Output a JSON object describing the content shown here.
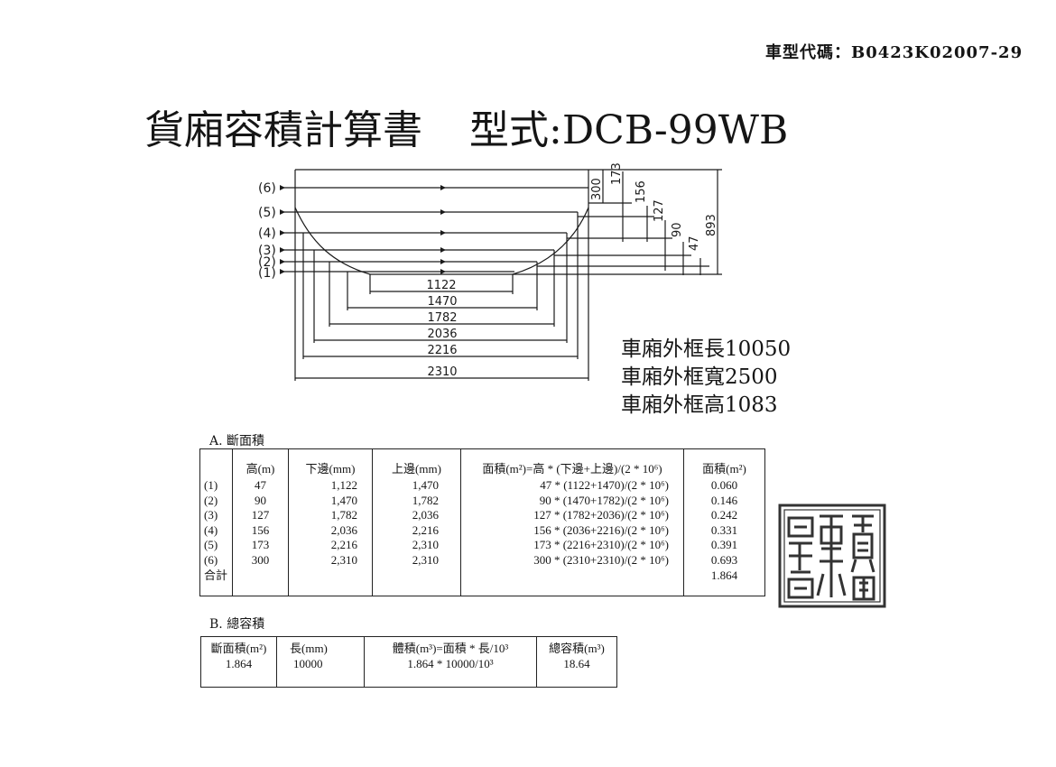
{
  "vehicle_code": "車型代碼：B0423K02007-29",
  "title": {
    "main": "貨廂容積計算書",
    "model": "型式:DCB-99WB"
  },
  "diagram": {
    "level_labels": [
      "(6)",
      "(5)",
      "(4)",
      "(3)",
      "(2)",
      "(1)"
    ],
    "width_labels": [
      "1122",
      "1470",
      "1782",
      "2036",
      "2216",
      "2310"
    ],
    "height_labels": [
      "300",
      "173",
      "156",
      "127",
      "90",
      "47",
      "893"
    ]
  },
  "frame_dims": {
    "length": "車廂外框長10050",
    "width": "車廂外框寬2500",
    "height": "車廂外框高1083"
  },
  "section_a": {
    "label": "A. 斷面積",
    "headers": {
      "height": "高(m)",
      "bottom": "下邊(mm)",
      "top": "上邊(mm)",
      "formula": "面積(m²)=高 * (下邊+上邊)/(2 * 10⁶)",
      "area": "面積(m²)"
    },
    "rows": [
      {
        "idx": "(1)",
        "height": "47",
        "bottom": "1,122",
        "top": "1,470",
        "formula": "47 * (1122+1470)/(2 * 10⁶)",
        "area": "0.060"
      },
      {
        "idx": "(2)",
        "height": "90",
        "bottom": "1,470",
        "top": "1,782",
        "formula": "90 * (1470+1782)/(2 * 10⁶)",
        "area": "0.146"
      },
      {
        "idx": "(3)",
        "height": "127",
        "bottom": "1,782",
        "top": "2,036",
        "formula": "127 * (1782+2036)/(2 * 10⁶)",
        "area": "0.242"
      },
      {
        "idx": "(4)",
        "height": "156",
        "bottom": "2,036",
        "top": "2,216",
        "formula": "156 * (2036+2216)/(2 * 10⁶)",
        "area": "0.331"
      },
      {
        "idx": "(5)",
        "height": "173",
        "bottom": "2,216",
        "top": "2,310",
        "formula": "173 * (2216+2310)/(2 * 10⁶)",
        "area": "0.391"
      },
      {
        "idx": "(6)",
        "height": "300",
        "bottom": "2,310",
        "top": "2,310",
        "formula": "300 * (2310+2310)/(2 * 10⁶)",
        "area": "0.693"
      }
    ],
    "total_label": "合計",
    "total_value": "1.864"
  },
  "section_b": {
    "label": "B. 總容積",
    "headers": {
      "area": "斷面積(m²)",
      "length": "長(mm)",
      "volume_formula": "體積(m³)=面積 * 長/10³",
      "total_volume": "總容積(m³)"
    },
    "values": {
      "area": "1.864",
      "length": "10000",
      "volume_formula": "1.864 * 10000/10³",
      "total_volume": "18.64"
    }
  },
  "stamp": {
    "text": "順興車體"
  }
}
